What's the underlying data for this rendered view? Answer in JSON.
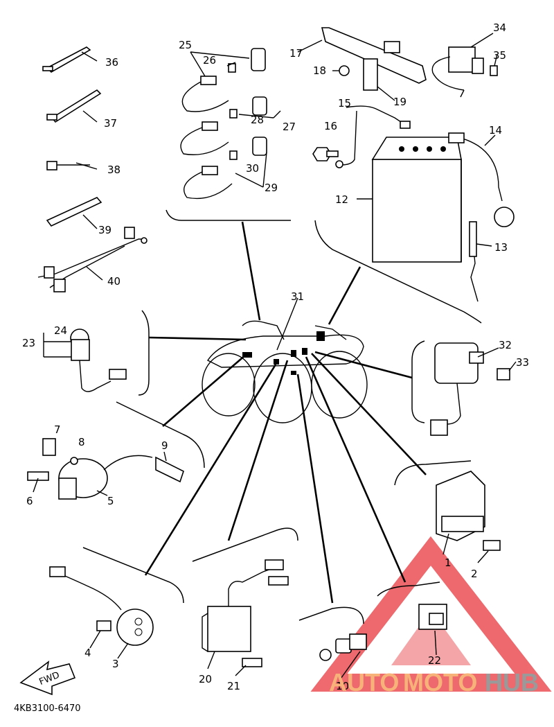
{
  "labels": {
    "p1": "1",
    "p2": "2",
    "p3": "3",
    "p4": "4",
    "p5": "5",
    "p6": "6",
    "p7": "7",
    "p8": "8",
    "p9": "9",
    "p10": "10",
    "p12": "12",
    "p13": "13",
    "p14": "14",
    "p15": "15",
    "p16": "16",
    "p17": "17",
    "p18": "18",
    "p19": "19",
    "p20": "20",
    "p21": "21",
    "p22": "22",
    "p23": "23",
    "p24": "24",
    "p25": "25",
    "p26": "26",
    "p27": "27",
    "p28": "28",
    "p29": "29",
    "p30": "30",
    "p31": "31",
    "p32": "32",
    "p33": "33",
    "p34": "34",
    "p35": "35",
    "p36": "36",
    "p37": "37",
    "p38": "38",
    "p39": "39",
    "p40": "40"
  },
  "drawing_code": "4KB3100-6470",
  "fwd_arrow": "FWD",
  "watermark": {
    "auto": "AUTO",
    "moto": "MOTO",
    "hub": "HUB",
    "triangle_color": "#e8383d",
    "auto_moto_color": "#f7b27a",
    "hub_color": "#9a9a9a"
  }
}
